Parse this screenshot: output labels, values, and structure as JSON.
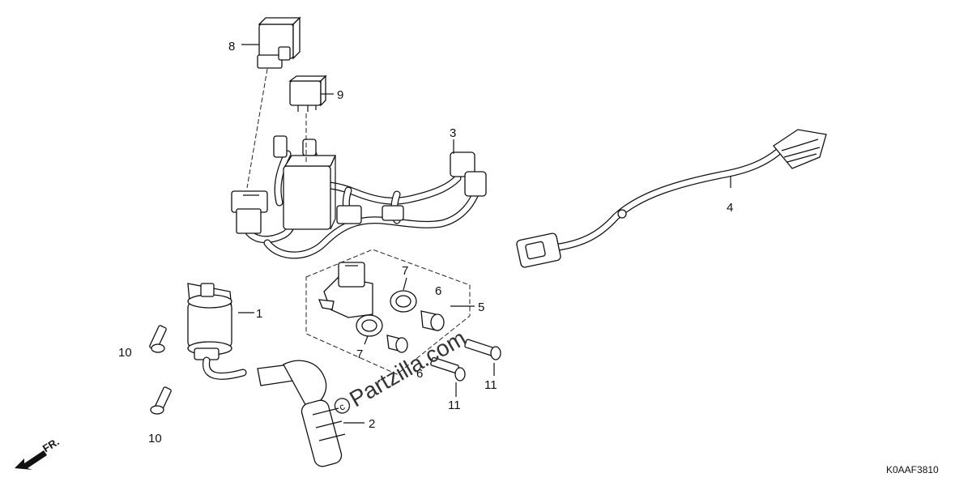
{
  "diagram": {
    "callouts": [
      {
        "id": "c8",
        "label": "8"
      },
      {
        "id": "c9",
        "label": "9"
      },
      {
        "id": "c3",
        "label": "3"
      },
      {
        "id": "c4",
        "label": "4"
      },
      {
        "id": "c7a",
        "label": "7"
      },
      {
        "id": "c6a",
        "label": "6"
      },
      {
        "id": "c5",
        "label": "5"
      },
      {
        "id": "c1",
        "label": "1"
      },
      {
        "id": "c10a",
        "label": "10"
      },
      {
        "id": "c7b",
        "label": "7"
      },
      {
        "id": "c6b",
        "label": "6"
      },
      {
        "id": "c11a",
        "label": "11"
      },
      {
        "id": "c11b",
        "label": "11"
      },
      {
        "id": "c2",
        "label": "2"
      },
      {
        "id": "c10b",
        "label": "10"
      }
    ],
    "watermark": "Partzilla.com",
    "direction_label": "FR.",
    "diagram_code": "K0AAF3810",
    "icons": [
      "front-direction-arrow-icon",
      "copyright-icon"
    ]
  }
}
